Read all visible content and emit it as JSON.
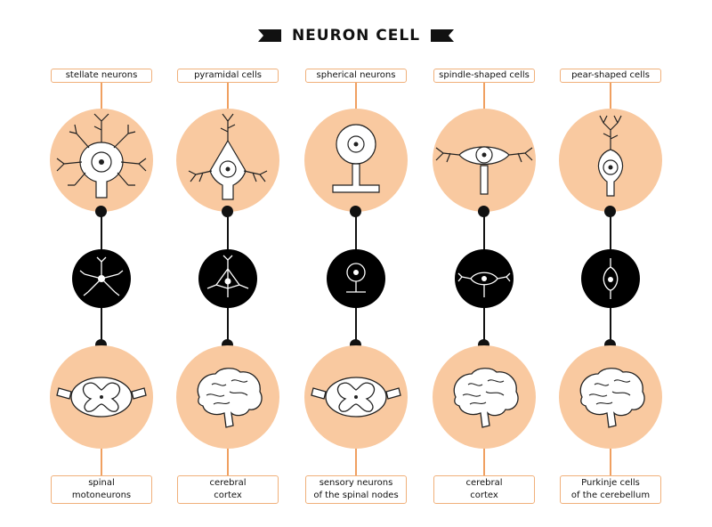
{
  "title": "NEURON CELL",
  "columns": [
    {
      "top_label": "stellate neurons",
      "bottom_line1": "spinal",
      "bottom_line2": "motoneurons",
      "cell_icon": "stellate-neuron-icon",
      "organ_icon": "spinal-cord-icon"
    },
    {
      "top_label": "pyramidal cells",
      "bottom_line1": "cerebral",
      "bottom_line2": "cortex",
      "cell_icon": "pyramidal-neuron-icon",
      "organ_icon": "brain-icon"
    },
    {
      "top_label": "spherical neurons",
      "bottom_line1": "sensory neurons",
      "bottom_line2": "of the spinal nodes",
      "cell_icon": "spherical-neuron-icon",
      "organ_icon": "spinal-cord-icon"
    },
    {
      "top_label": "spindle-shaped cells",
      "bottom_line1": "cerebral",
      "bottom_line2": "cortex",
      "cell_icon": "spindle-neuron-icon",
      "organ_icon": "brain-icon"
    },
    {
      "top_label": "pear-shaped cells",
      "bottom_line1": "Purkinje cells",
      "bottom_line2": "of the cerebellum",
      "cell_icon": "pear-neuron-icon",
      "organ_icon": "brain-icon"
    }
  ],
  "colors": {
    "peach": "#f9c9a0",
    "connector": "#f0a060",
    "ink": "#111111"
  }
}
